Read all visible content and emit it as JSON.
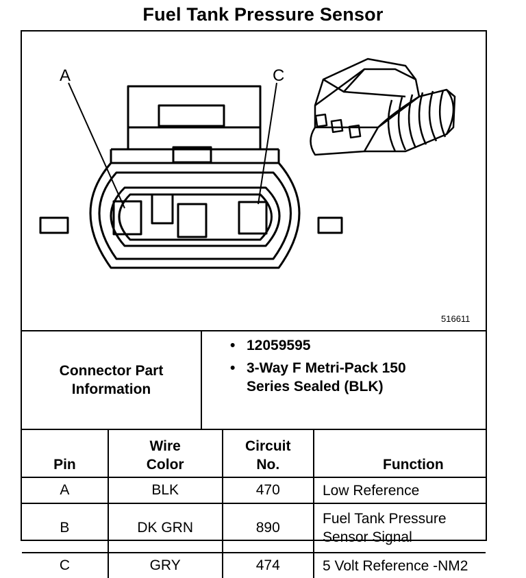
{
  "title": "Fuel Tank Pressure Sensor",
  "diagram": {
    "callout_a": "A",
    "callout_c": "C",
    "figure_number": "516611"
  },
  "connector_info": {
    "label": "Connector Part Information",
    "items": [
      "12059595",
      "3-Way F Metri-Pack 150 Series Sealed (BLK)"
    ]
  },
  "table": {
    "headers": {
      "pin": "Pin",
      "wire_color": "Wire Color",
      "circuit_no": "Circuit No.",
      "function": "Function"
    },
    "rows": [
      {
        "pin": "A",
        "wire_color": "BLK",
        "circuit": "470",
        "function": "Low Reference"
      },
      {
        "pin": "B",
        "wire_color": "DK GRN",
        "circuit": "890",
        "function": "Fuel Tank Pressure Sensor Signal"
      },
      {
        "pin": "C",
        "wire_color": "GRY",
        "circuit": "474",
        "function": "5 Volt Reference -NM2"
      }
    ]
  }
}
